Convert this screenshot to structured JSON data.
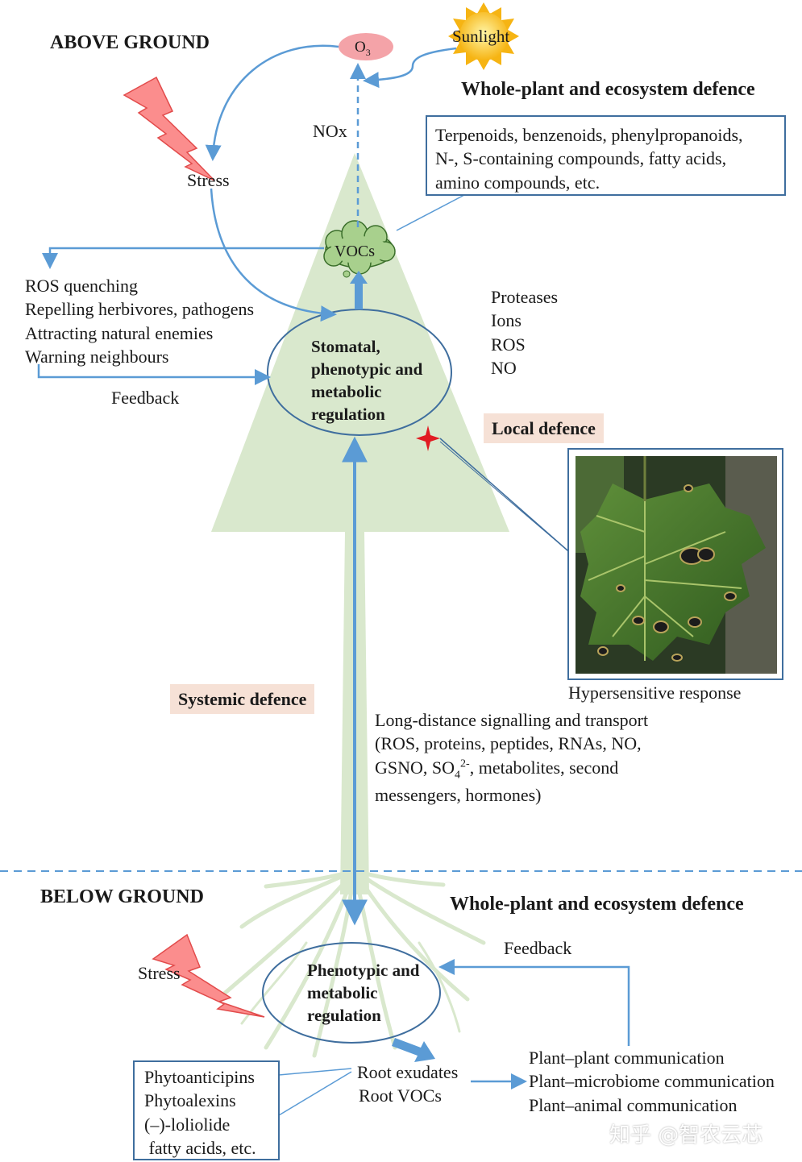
{
  "above": {
    "heading": "ABOVE GROUND",
    "ecosystem_heading": "Whole-plant and ecosystem defence",
    "o3": "O",
    "o3_sub": "3",
    "sunlight": "Sunlight",
    "nox": "NOx",
    "stress": "Stress",
    "vocs": "VOCs",
    "compounds": [
      "Terpenoids, benzenoids, phenylpropanoids,",
      "N-, S-containing compounds, fatty acids,",
      "amino compounds, etc."
    ],
    "effects": [
      "ROS quenching",
      "Repelling herbivores, pathogens",
      "Attracting natural enemies",
      "Warning neighbours"
    ],
    "feedback": "Feedback",
    "regulation": [
      "Stomatal,",
      "phenotypic and",
      "metabolic",
      "regulation"
    ],
    "local_signals": [
      "Proteases",
      "Ions",
      "ROS",
      "NO"
    ],
    "local_defence": "Local defence",
    "hr_caption": "Hypersensitive response"
  },
  "systemic": {
    "label": "Systemic defence",
    "transport_line1": "Long-distance signalling and transport",
    "transport_line2": "(ROS, proteins, peptides, RNAs, NO,",
    "transport_line3_a": "GSNO, SO",
    "transport_line3_sub": "4",
    "transport_line3_sup": "2-",
    "transport_line3_b": ", metabolites, second",
    "transport_line4": "messengers, hormones)"
  },
  "below": {
    "heading": "BELOW GROUND",
    "ecosystem_heading": "Whole-plant and ecosystem defence",
    "feedback": "Feedback",
    "stress": "Stress",
    "regulation": [
      "Phenotypic and",
      "metabolic",
      "regulation"
    ],
    "compounds": [
      "Phytoanticipins",
      "Phytoalexins",
      "(–)-loliolide",
      " fatty acids, etc."
    ],
    "exudates": [
      "Root exudates",
      "Root VOCs"
    ],
    "communication": [
      "Plant–plant communication",
      "Plant–microbiome communication",
      "Plant–animal communication"
    ]
  },
  "watermark": "知乎 @智农云芯",
  "colors": {
    "arrow": "#5b9bd5",
    "box_border": "#3f6e9e",
    "canopy": "#d9e8cd",
    "lightning": "#f45b5b",
    "chip": "#f6e1d6"
  }
}
